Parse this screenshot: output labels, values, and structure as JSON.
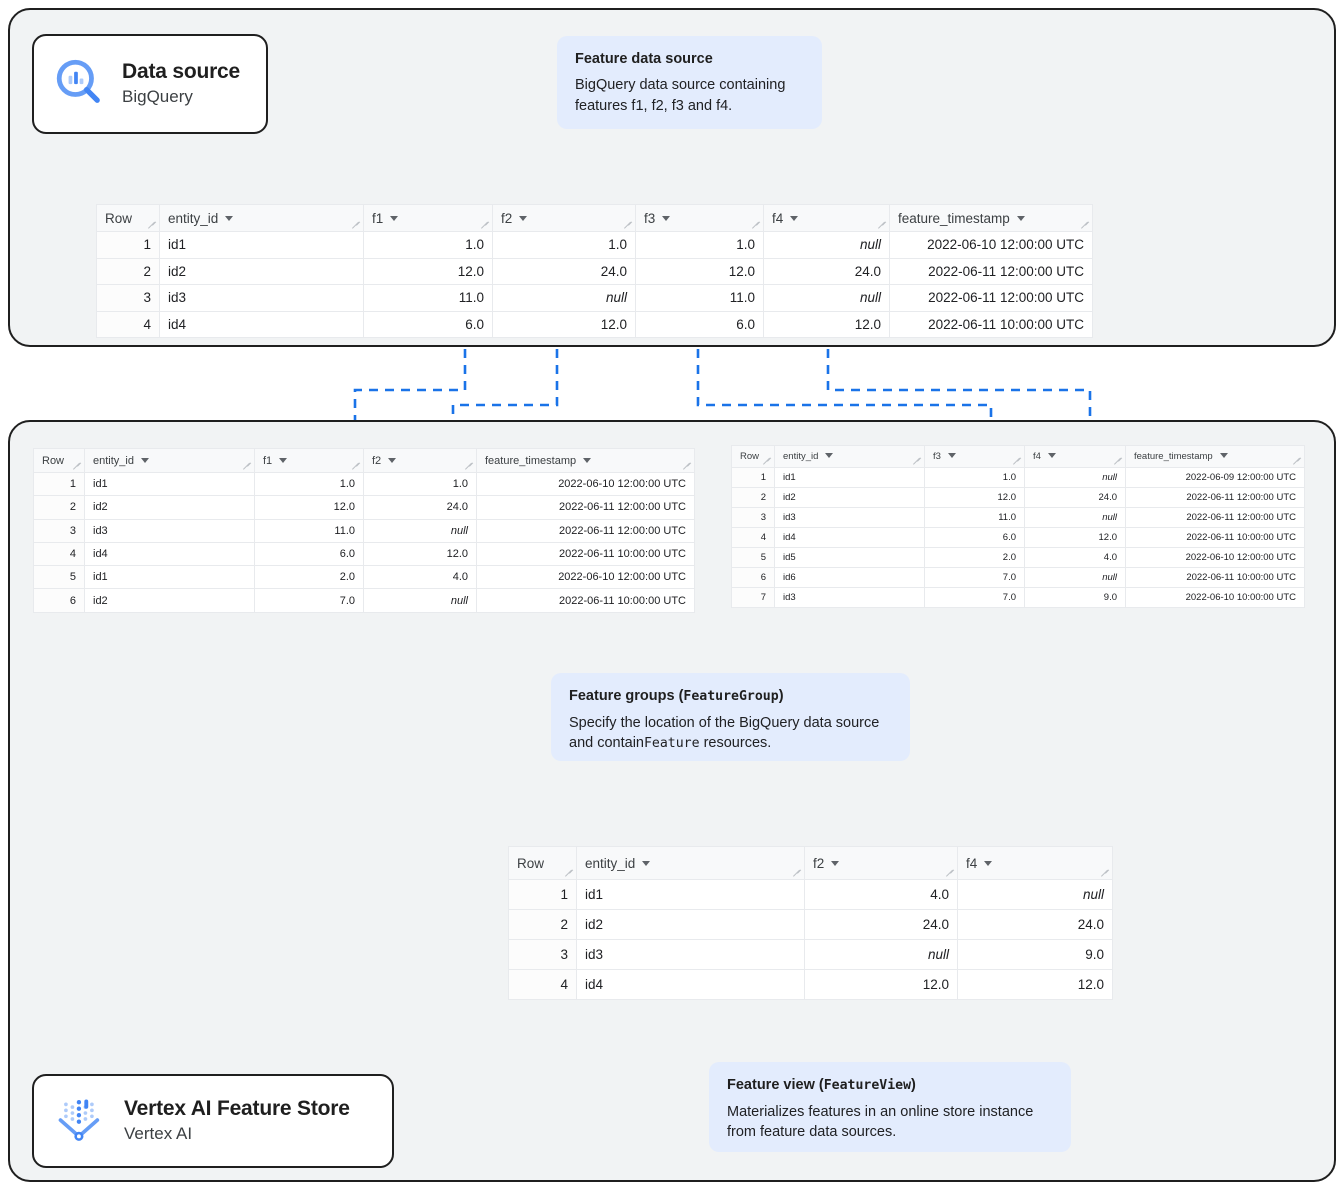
{
  "diagram": {
    "title": "Vertex AI Feature Store data flow",
    "accent_color": "#1a73e8",
    "card_bg": "#f1f3f4",
    "callout_bg": "#e3ecfd",
    "null_text": "null"
  },
  "badges": {
    "datasource": {
      "title": "Data source",
      "subtitle": "BigQuery",
      "icon": "bigquery-magnifier-icon"
    },
    "featurestore": {
      "title": "Vertex AI Feature Store",
      "subtitle": "Vertex AI",
      "icon": "vertex-ai-funnel-icon"
    }
  },
  "callouts": {
    "feature_data_source": {
      "title": "Feature data source",
      "body": "BigQuery data source containing features f1, f2, f3 and f4."
    },
    "feature_groups": {
      "title_plain": "Feature groups (",
      "title_mono": "FeatureGroup",
      "title_close": ")",
      "body_a": "Specify the location of the BigQuery data source and contain",
      "body_mono": "Feature",
      "body_b": " resources."
    },
    "feature_view": {
      "title_plain": "Feature view (",
      "title_mono": "FeatureView",
      "title_close": ")",
      "body": "Materializes features in an online store instance from feature data sources."
    }
  },
  "tables": {
    "source": {
      "name": "feature-data-source-table",
      "columns": [
        "Row",
        "entity_id",
        "f1",
        "f2",
        "f3",
        "f4",
        "feature_timestamp"
      ],
      "rows": [
        [
          "1",
          "id1",
          "1.0",
          "1.0",
          "1.0",
          "null",
          "2022-06-10 12:00:00 UTC"
        ],
        [
          "2",
          "id2",
          "12.0",
          "24.0",
          "12.0",
          "24.0",
          "2022-06-11 12:00:00 UTC"
        ],
        [
          "3",
          "id3",
          "11.0",
          "null",
          "11.0",
          "null",
          "2022-06-11 12:00:00 UTC"
        ],
        [
          "4",
          "id4",
          "6.0",
          "12.0",
          "6.0",
          "12.0",
          "2022-06-11 10:00:00 UTC"
        ]
      ]
    },
    "feature_group_1": {
      "name": "feature-group-1-table",
      "columns": [
        "Row",
        "entity_id",
        "f1",
        "f2",
        "feature_timestamp"
      ],
      "rows": [
        [
          "1",
          "id1",
          "1.0",
          "1.0",
          "2022-06-10 12:00:00 UTC"
        ],
        [
          "2",
          "id2",
          "12.0",
          "24.0",
          "2022-06-11 12:00:00 UTC"
        ],
        [
          "3",
          "id3",
          "11.0",
          "null",
          "2022-06-11 12:00:00 UTC"
        ],
        [
          "4",
          "id4",
          "6.0",
          "12.0",
          "2022-06-11 10:00:00 UTC"
        ],
        [
          "5",
          "id1",
          "2.0",
          "4.0",
          "2022-06-10 12:00:00 UTC"
        ],
        [
          "6",
          "id2",
          "7.0",
          "null",
          "2022-06-11 10:00:00 UTC"
        ]
      ]
    },
    "feature_group_2": {
      "name": "feature-group-2-table",
      "columns": [
        "Row",
        "entity_id",
        "f3",
        "f4",
        "feature_timestamp"
      ],
      "rows": [
        [
          "1",
          "id1",
          "1.0",
          "null",
          "2022-06-09 12:00:00 UTC"
        ],
        [
          "2",
          "id2",
          "12.0",
          "24.0",
          "2022-06-11 12:00:00 UTC"
        ],
        [
          "3",
          "id3",
          "11.0",
          "null",
          "2022-06-11 12:00:00 UTC"
        ],
        [
          "4",
          "id4",
          "6.0",
          "12.0",
          "2022-06-11 10:00:00 UTC"
        ],
        [
          "5",
          "id5",
          "2.0",
          "4.0",
          "2022-06-10 12:00:00 UTC"
        ],
        [
          "6",
          "id6",
          "7.0",
          "null",
          "2022-06-11 10:00:00 UTC"
        ],
        [
          "7",
          "id3",
          "7.0",
          "9.0",
          "2022-06-10 10:00:00 UTC"
        ]
      ]
    },
    "feature_view": {
      "name": "feature-view-table",
      "columns": [
        "Row",
        "entity_id",
        "f2",
        "f4"
      ],
      "rows": [
        [
          "1",
          "id1",
          "4.0",
          "null"
        ],
        [
          "2",
          "id2",
          "24.0",
          "24.0"
        ],
        [
          "3",
          "id3",
          "null",
          "9.0"
        ],
        [
          "4",
          "id4",
          "12.0",
          "12.0"
        ]
      ]
    }
  }
}
